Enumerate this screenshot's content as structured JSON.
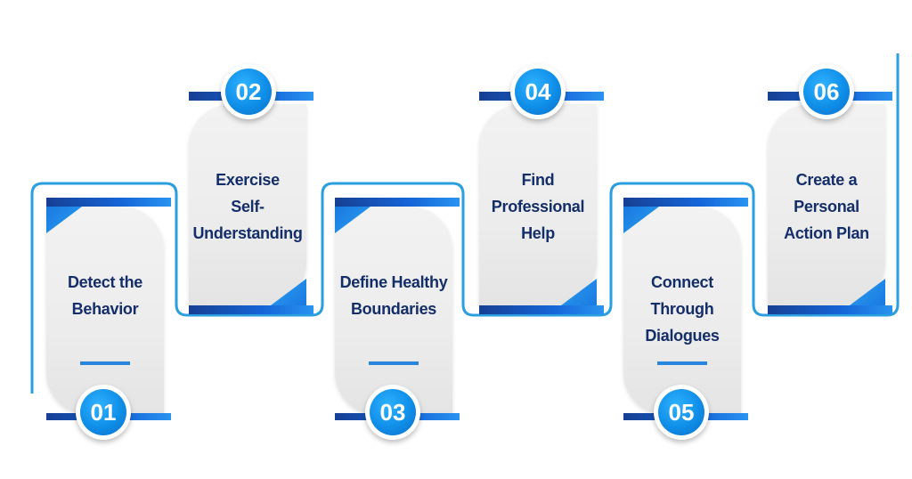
{
  "steps": [
    {
      "number": "01",
      "label_lines": [
        "Detect the",
        "Behavior"
      ]
    },
    {
      "number": "02",
      "label_lines": [
        "Exercise",
        "Self-",
        "Understanding"
      ]
    },
    {
      "number": "03",
      "label_lines": [
        "Define Healthy",
        "Boundaries"
      ]
    },
    {
      "number": "04",
      "label_lines": [
        "Find",
        "Professional",
        "Help"
      ]
    },
    {
      "number": "05",
      "label_lines": [
        "Connect",
        "Through",
        "Dialogues"
      ]
    },
    {
      "number": "06",
      "label_lines": [
        "Create a",
        "Personal",
        "Action Plan"
      ]
    }
  ],
  "colors": {
    "dark_blue": "#173f93",
    "bright_blue": "#1565d8",
    "accent_blue": "#2a86dd",
    "connector": "#2a9fe0",
    "text": "#142e6a"
  }
}
